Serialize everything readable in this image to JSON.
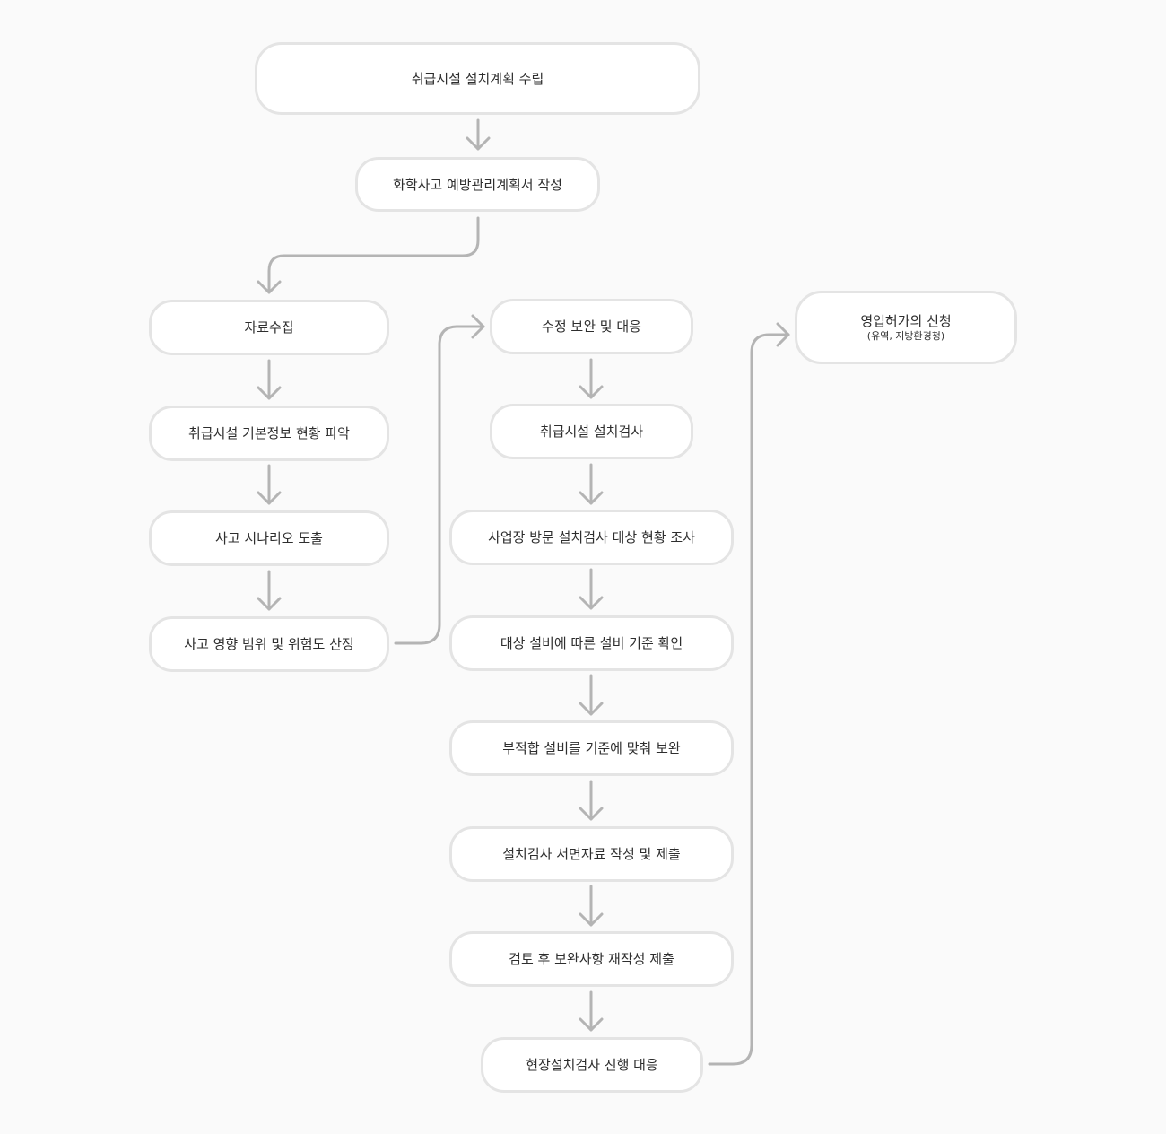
{
  "diagram": {
    "nodes": {
      "plan": {
        "label": "취급시설 설치계획 수립"
      },
      "prevention": {
        "label": "화학사고 예방관리계획서 작성"
      },
      "collect": {
        "label": "자료수집"
      },
      "facility_info": {
        "label": "취급시설 기본정보 현황 파악"
      },
      "scenario": {
        "label": "사고 시나리오 도출"
      },
      "risk": {
        "label": "사고 영향 범위 및 위험도 산정"
      },
      "revise": {
        "label": "수정 보완 및 대응"
      },
      "inspection": {
        "label": "취급시설 설치검사"
      },
      "site_visit": {
        "label": "사업장 방문 설치검사 대상 현황 조사"
      },
      "criteria": {
        "label": "대상 설비에 따른 설비 기준 확인"
      },
      "fix": {
        "label": "부적합 설비를 기준에 맞춰 보완"
      },
      "document": {
        "label": "설치검사 서면자료 작성 및 제출"
      },
      "resubmit": {
        "label": "검토 후 보완사항 재작성 제출"
      },
      "onsite": {
        "label": "현장설치검사 진행 대응"
      },
      "license": {
        "label": "영업허가의 신청",
        "sub": "(유역, 지방환경청)"
      }
    }
  },
  "colors": {
    "background": "#fafafa",
    "node_fill": "#ffffff",
    "node_border": "#e4e4e4",
    "connector": "#b4b4b4",
    "text": "#2e2e2e"
  }
}
